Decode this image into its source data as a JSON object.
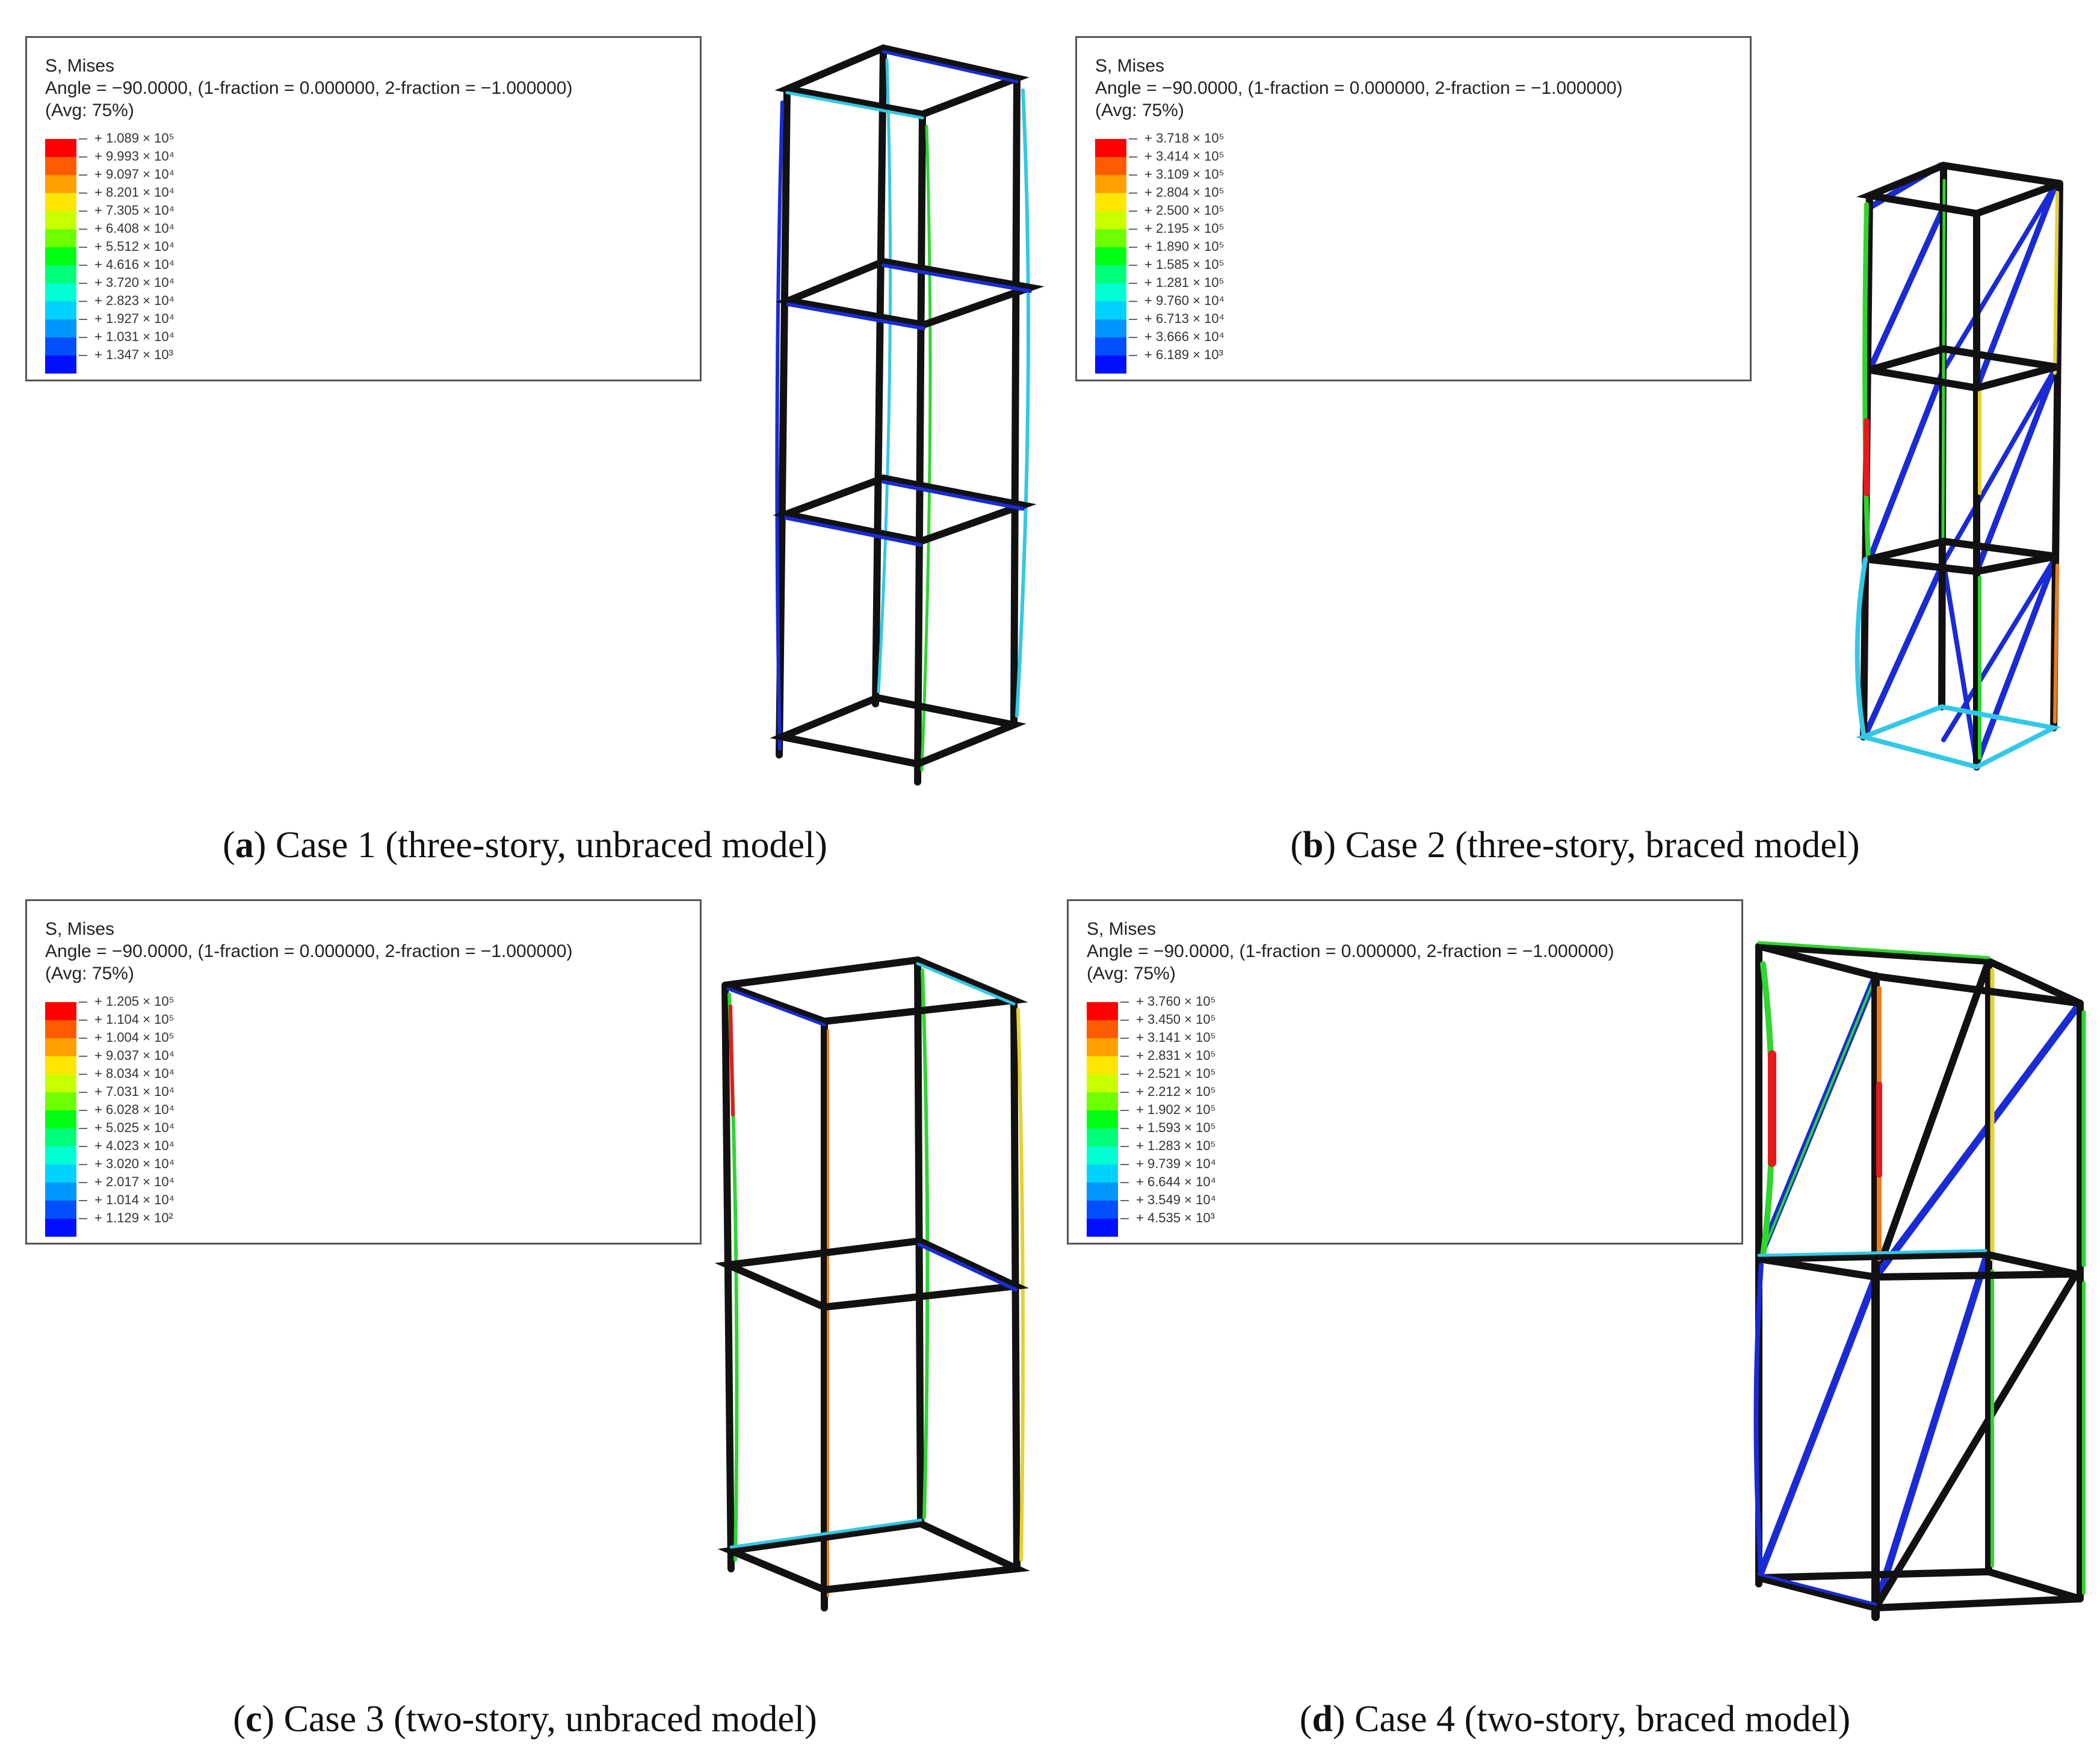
{
  "legend_common": {
    "title": "S, Mises",
    "angle": "Angle = −90.0000, (1-fraction = 0.000000, 2-fraction = −1.000000)",
    "avg": "(Avg: 75%)"
  },
  "colorbar_colors": [
    "#ff0000",
    "#ff5a00",
    "#ffa000",
    "#ffe600",
    "#c8ff00",
    "#6eff00",
    "#00ff14",
    "#00ff78",
    "#00ffd2",
    "#00d2ff",
    "#0096ff",
    "#0050ff",
    "#0010ff"
  ],
  "colors": {
    "frame": "#111111",
    "blue": "#1a2bd6",
    "cyan": "#33c8e6",
    "green": "#2ed62e",
    "yellow": "#e6d22e",
    "orange": "#f07a1e",
    "red": "#e61a1a"
  },
  "panels": [
    {
      "letter": "a",
      "caption": ") Case 1 (three-story, unbraced model)",
      "legend_values": [
        "+ 1.089 × 10⁵",
        "+ 9.993 × 10⁴",
        "+ 9.097 × 10⁴",
        "+ 8.201 × 10⁴",
        "+ 7.305 × 10⁴",
        "+ 6.408 × 10⁴",
        "+ 5.512 × 10⁴",
        "+ 4.616 × 10⁴",
        "+ 3.720 × 10⁴",
        "+ 2.823 × 10⁴",
        "+ 1.927 × 10⁴",
        "+ 1.031 × 10⁴",
        "+ 1.347 × 10³"
      ]
    },
    {
      "letter": "b",
      "caption": ") Case 2 (three-story, braced model)",
      "legend_values": [
        "+ 3.718 × 10⁵",
        "+ 3.414 × 10⁵",
        "+ 3.109 × 10⁵",
        "+ 2.804 × 10⁵",
        "+ 2.500 × 10⁵",
        "+ 2.195 × 10⁵",
        "+ 1.890 × 10⁵",
        "+ 1.585 × 10⁵",
        "+ 1.281 × 10⁵",
        "+ 9.760 × 10⁴",
        "+ 6.713 × 10⁴",
        "+ 3.666 × 10⁴",
        "+ 6.189 × 10³"
      ]
    },
    {
      "letter": "c",
      "caption": ") Case 3 (two-story, unbraced model)",
      "legend_values": [
        "+ 1.205 × 10⁵",
        "+ 1.104 × 10⁵",
        "+ 1.004 × 10⁵",
        "+ 9.037 × 10⁴",
        "+ 8.034 × 10⁴",
        "+ 7.031 × 10⁴",
        "+ 6.028 × 10⁴",
        "+ 5.025 × 10⁴",
        "+ 4.023 × 10⁴",
        "+ 3.020 × 10⁴",
        "+ 2.017 × 10⁴",
        "+ 1.014 × 10⁴",
        "+ 1.129 × 10²"
      ]
    },
    {
      "letter": "d",
      "caption": ") Case 4 (two-story, braced model)",
      "legend_values": [
        "+ 3.760 × 10⁵",
        "+ 3.450 × 10⁵",
        "+ 3.141 × 10⁵",
        "+ 2.831 × 10⁵",
        "+ 2.521 × 10⁵",
        "+ 2.212 × 10⁵",
        "+ 1.902 × 10⁵",
        "+ 1.593 × 10⁵",
        "+ 1.283 × 10⁵",
        "+ 9.739 × 10⁴",
        "+ 6.644 × 10⁴",
        "+ 3.549 × 10⁴",
        "+ 4.535 × 10³"
      ]
    }
  ]
}
